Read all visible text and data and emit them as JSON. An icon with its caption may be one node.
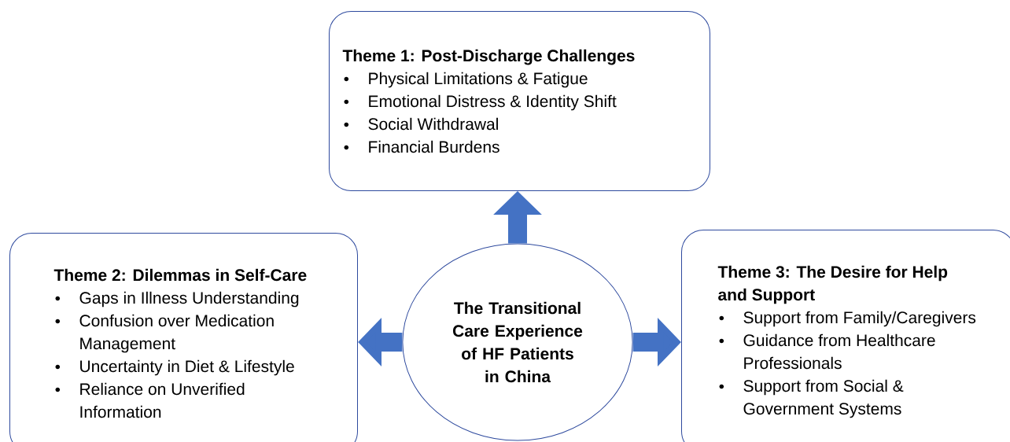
{
  "diagram": {
    "nodes": [
      {
        "text": [
          "The Transitional Care Experience of HF Patients in China"
        ]
      },
      {
        "text": [
          "Theme 1: Post-Discharge Challenges",
          "Physical Limitations & Fatigue",
          "Emotional Distress & Identity Shift",
          "Social Withdrawal",
          "Financial Burdens"
        ]
      },
      {
        "text": [
          "Theme 2: Dilemmas in Self-Care",
          "Gaps in Illness Understanding",
          "Confusion over Medication Management",
          "Uncertainty in Diet & Lifestyle",
          "Reliance on Unverified Information"
        ]
      },
      {
        "text": [
          "Theme 3: The Desire for Help and Support",
          "Support from Family/Caregivers",
          "Guidance from Healthcare Professionals",
          "Support from Social & Government Systems"
        ]
      }
    ],
    "edges": [
      {
        "from": 0,
        "to": 1,
        "arrow": "to"
      },
      {
        "from": 0,
        "to": 2,
        "arrow": "to"
      },
      {
        "from": 0,
        "to": 3,
        "arrow": "to"
      }
    ]
  }
}
